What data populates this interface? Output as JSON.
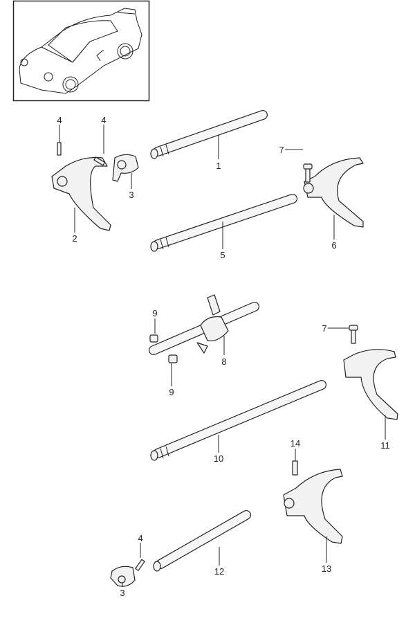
{
  "diagram": {
    "thumbnail": {
      "alt": "vehicle-overview"
    },
    "callouts": {
      "c1": "1",
      "c2": "2",
      "c3a": "3",
      "c3b": "3",
      "c4a": "4",
      "c4b": "4",
      "c4c": "4",
      "c5": "5",
      "c6": "6",
      "c7a": "7",
      "c7b": "7",
      "c8": "8",
      "c9a": "9",
      "c9b": "9",
      "c10": "10",
      "c11": "11",
      "c12": "12",
      "c13": "13",
      "c14": "14"
    }
  }
}
